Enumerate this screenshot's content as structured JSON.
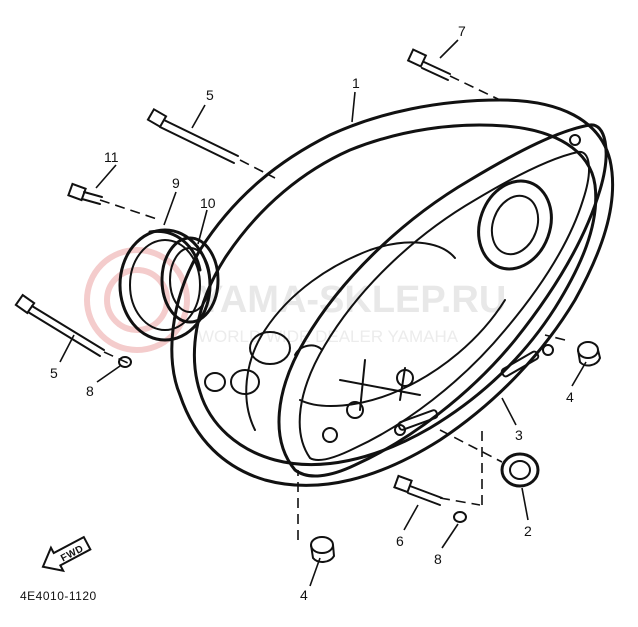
{
  "diagram": {
    "figure_number": "4E4010-1120",
    "fwd_label": "FWD",
    "watermark": {
      "main": "YAMA-SKLEP.RU",
      "sub": "WORLD WIDE DEALER YAMAHA"
    },
    "callouts": [
      {
        "id": "c1",
        "label": "1"
      },
      {
        "id": "c2",
        "label": "2"
      },
      {
        "id": "c3",
        "label": "3"
      },
      {
        "id": "c4a",
        "label": "4"
      },
      {
        "id": "c4b",
        "label": "4"
      },
      {
        "id": "c5a",
        "label": "5"
      },
      {
        "id": "c5b",
        "label": "5"
      },
      {
        "id": "c6",
        "label": "6"
      },
      {
        "id": "c7",
        "label": "7"
      },
      {
        "id": "c8a",
        "label": "8"
      },
      {
        "id": "c8b",
        "label": "8"
      },
      {
        "id": "c9",
        "label": "9"
      },
      {
        "id": "c10",
        "label": "10"
      },
      {
        "id": "c11",
        "label": "11"
      }
    ]
  }
}
